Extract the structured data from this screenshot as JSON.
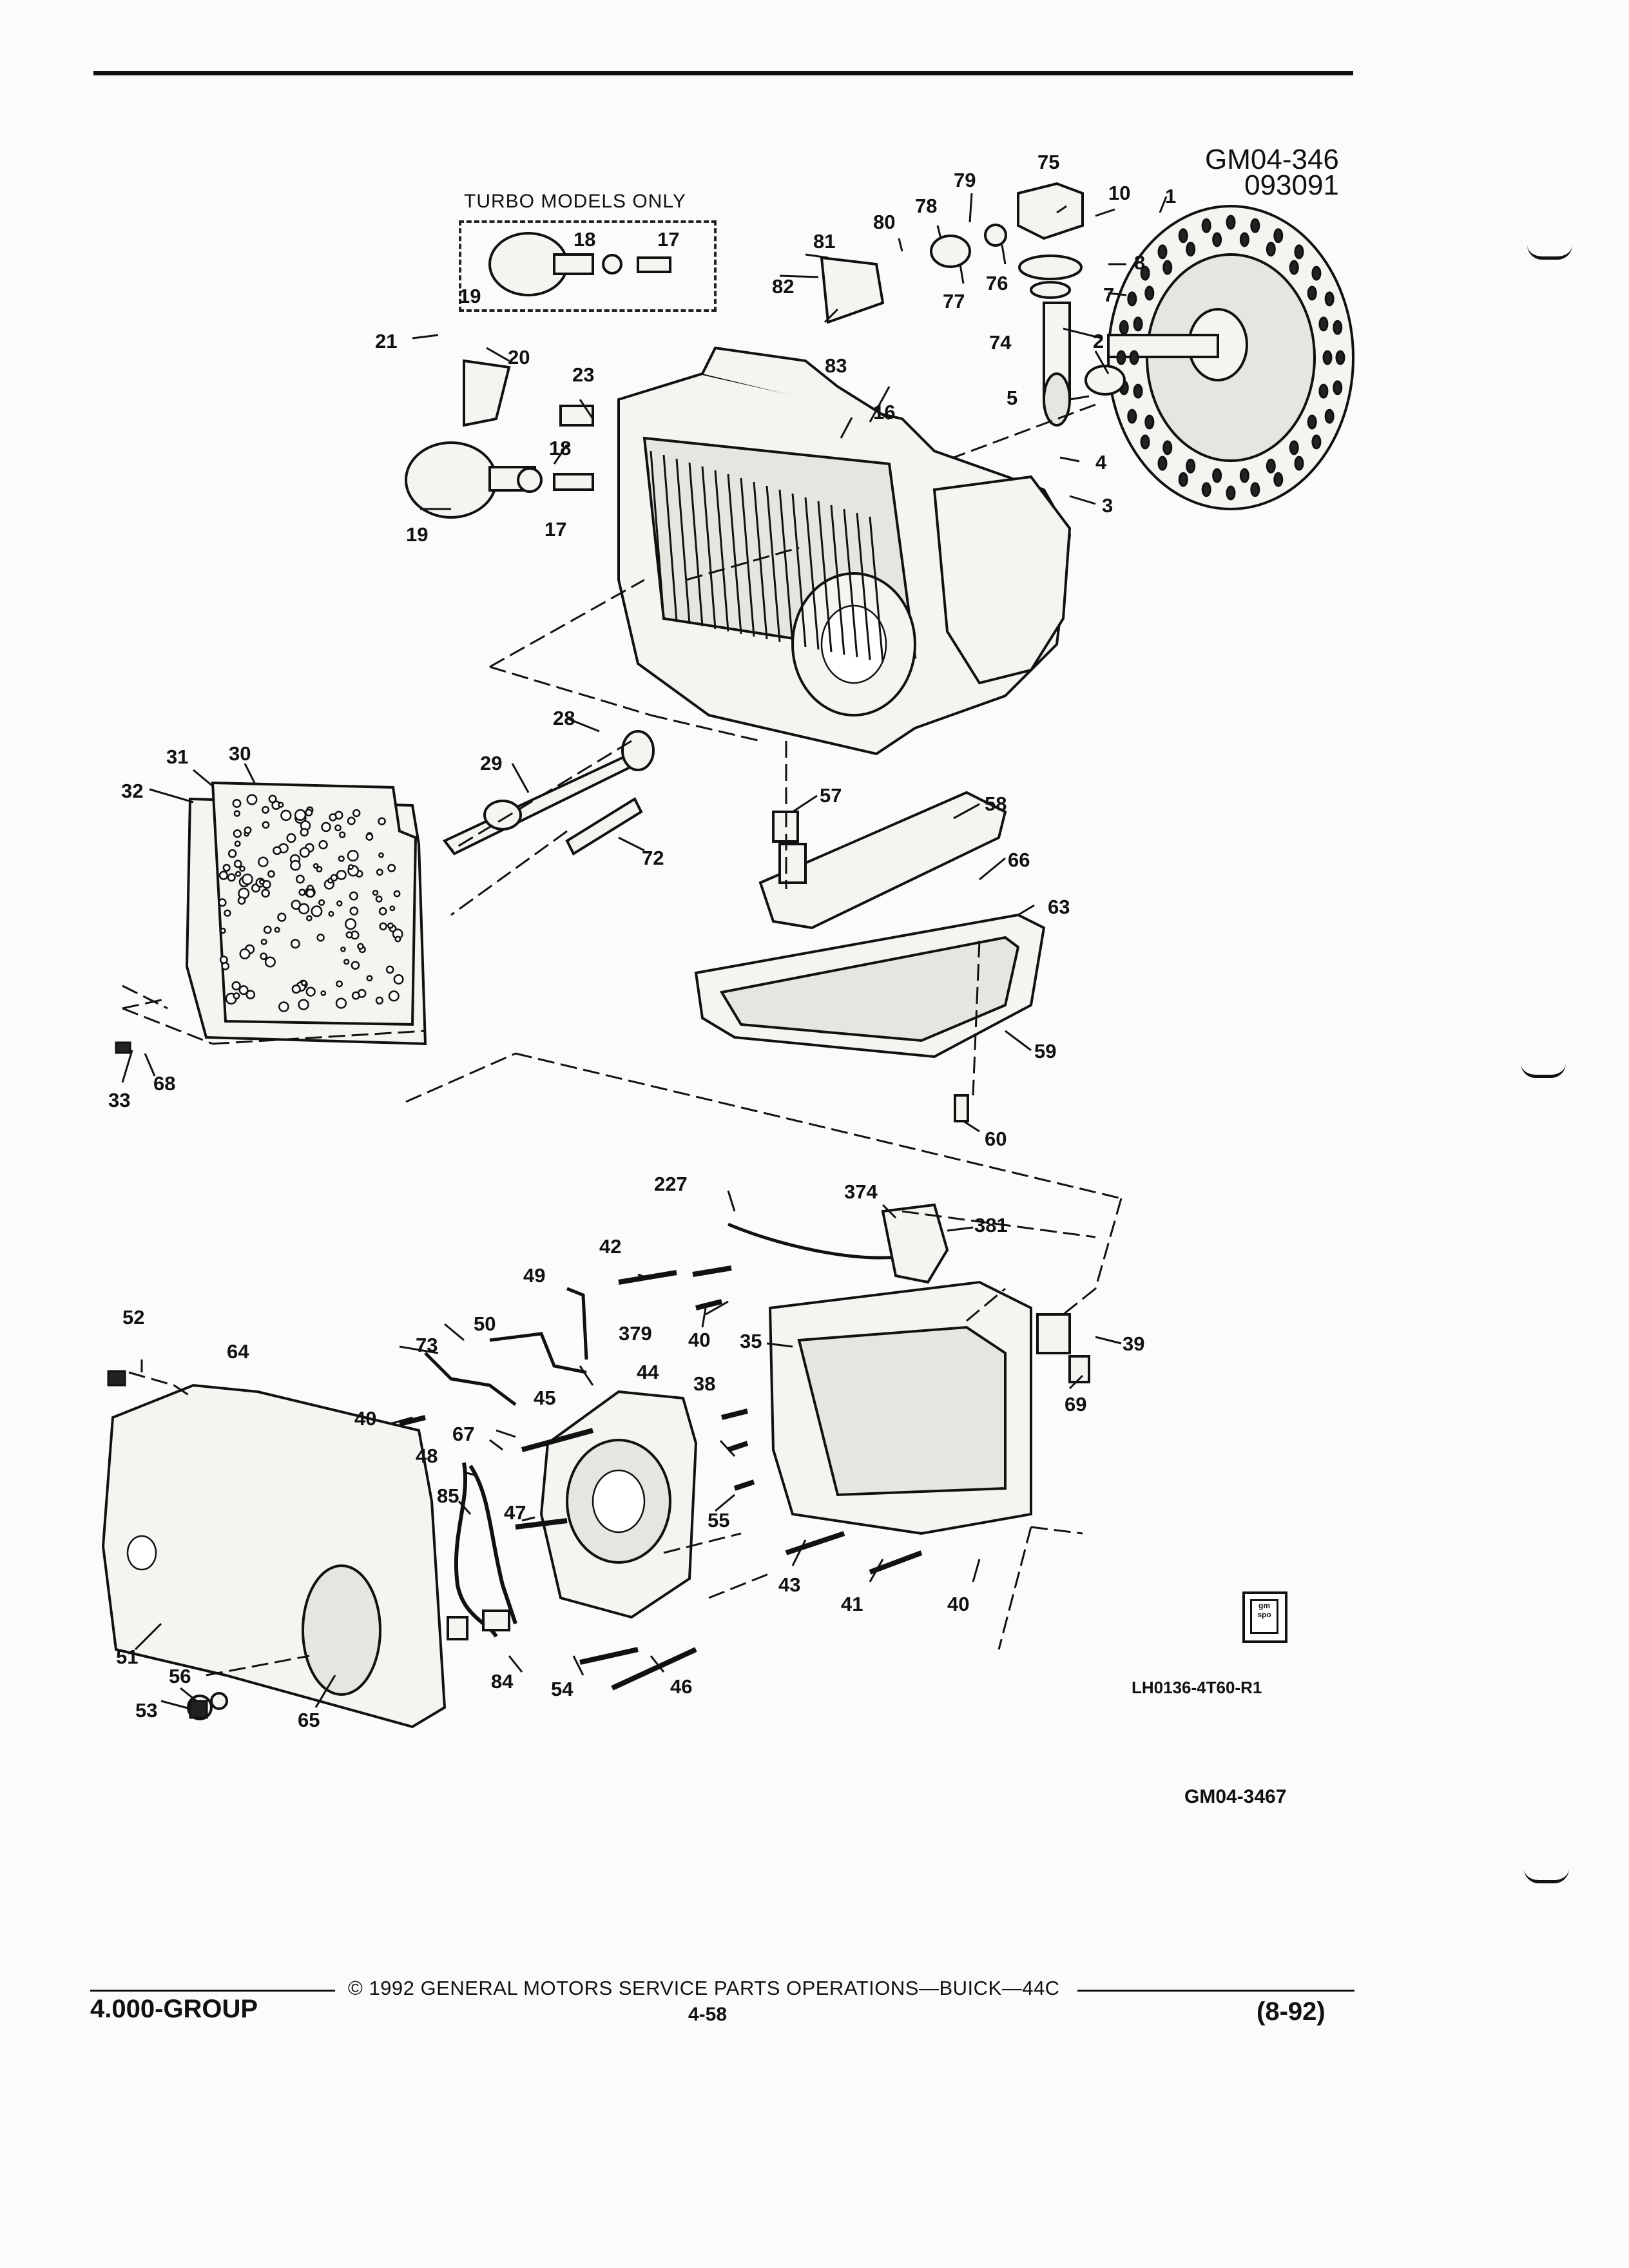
{
  "figure": {
    "id_line1": "GM04-346",
    "id_line2": "093091",
    "turbo_label": "TURBO MODELS ONLY",
    "drawing_code": "LH0136-4T60-R1",
    "drawing_code2": "GM04-3467",
    "logo_text": "gm spo"
  },
  "callouts": [
    "1",
    "2",
    "3",
    "4",
    "5",
    "7",
    "8",
    "10",
    "16",
    "17",
    "18",
    "19",
    "20",
    "21",
    "23",
    "28",
    "29",
    "30",
    "31",
    "32",
    "33",
    "35",
    "38",
    "39",
    "40",
    "41",
    "42",
    "43",
    "44",
    "45",
    "46",
    "47",
    "48",
    "49",
    "50",
    "51",
    "52",
    "53",
    "54",
    "55",
    "56",
    "57",
    "58",
    "59",
    "60",
    "63",
    "64",
    "65",
    "66",
    "67",
    "68",
    "69",
    "72",
    "73",
    "74",
    "75",
    "76",
    "77",
    "78",
    "79",
    "80",
    "81",
    "82",
    "83",
    "84",
    "85",
    "227",
    "374",
    "379",
    "381"
  ],
  "footer": {
    "group": "4.000-GROUP",
    "copyright": "©  1992  GENERAL MOTORS SERVICE PARTS OPERATIONS—BUICK—44C",
    "page": "4-58",
    "date": "(8-92)"
  }
}
